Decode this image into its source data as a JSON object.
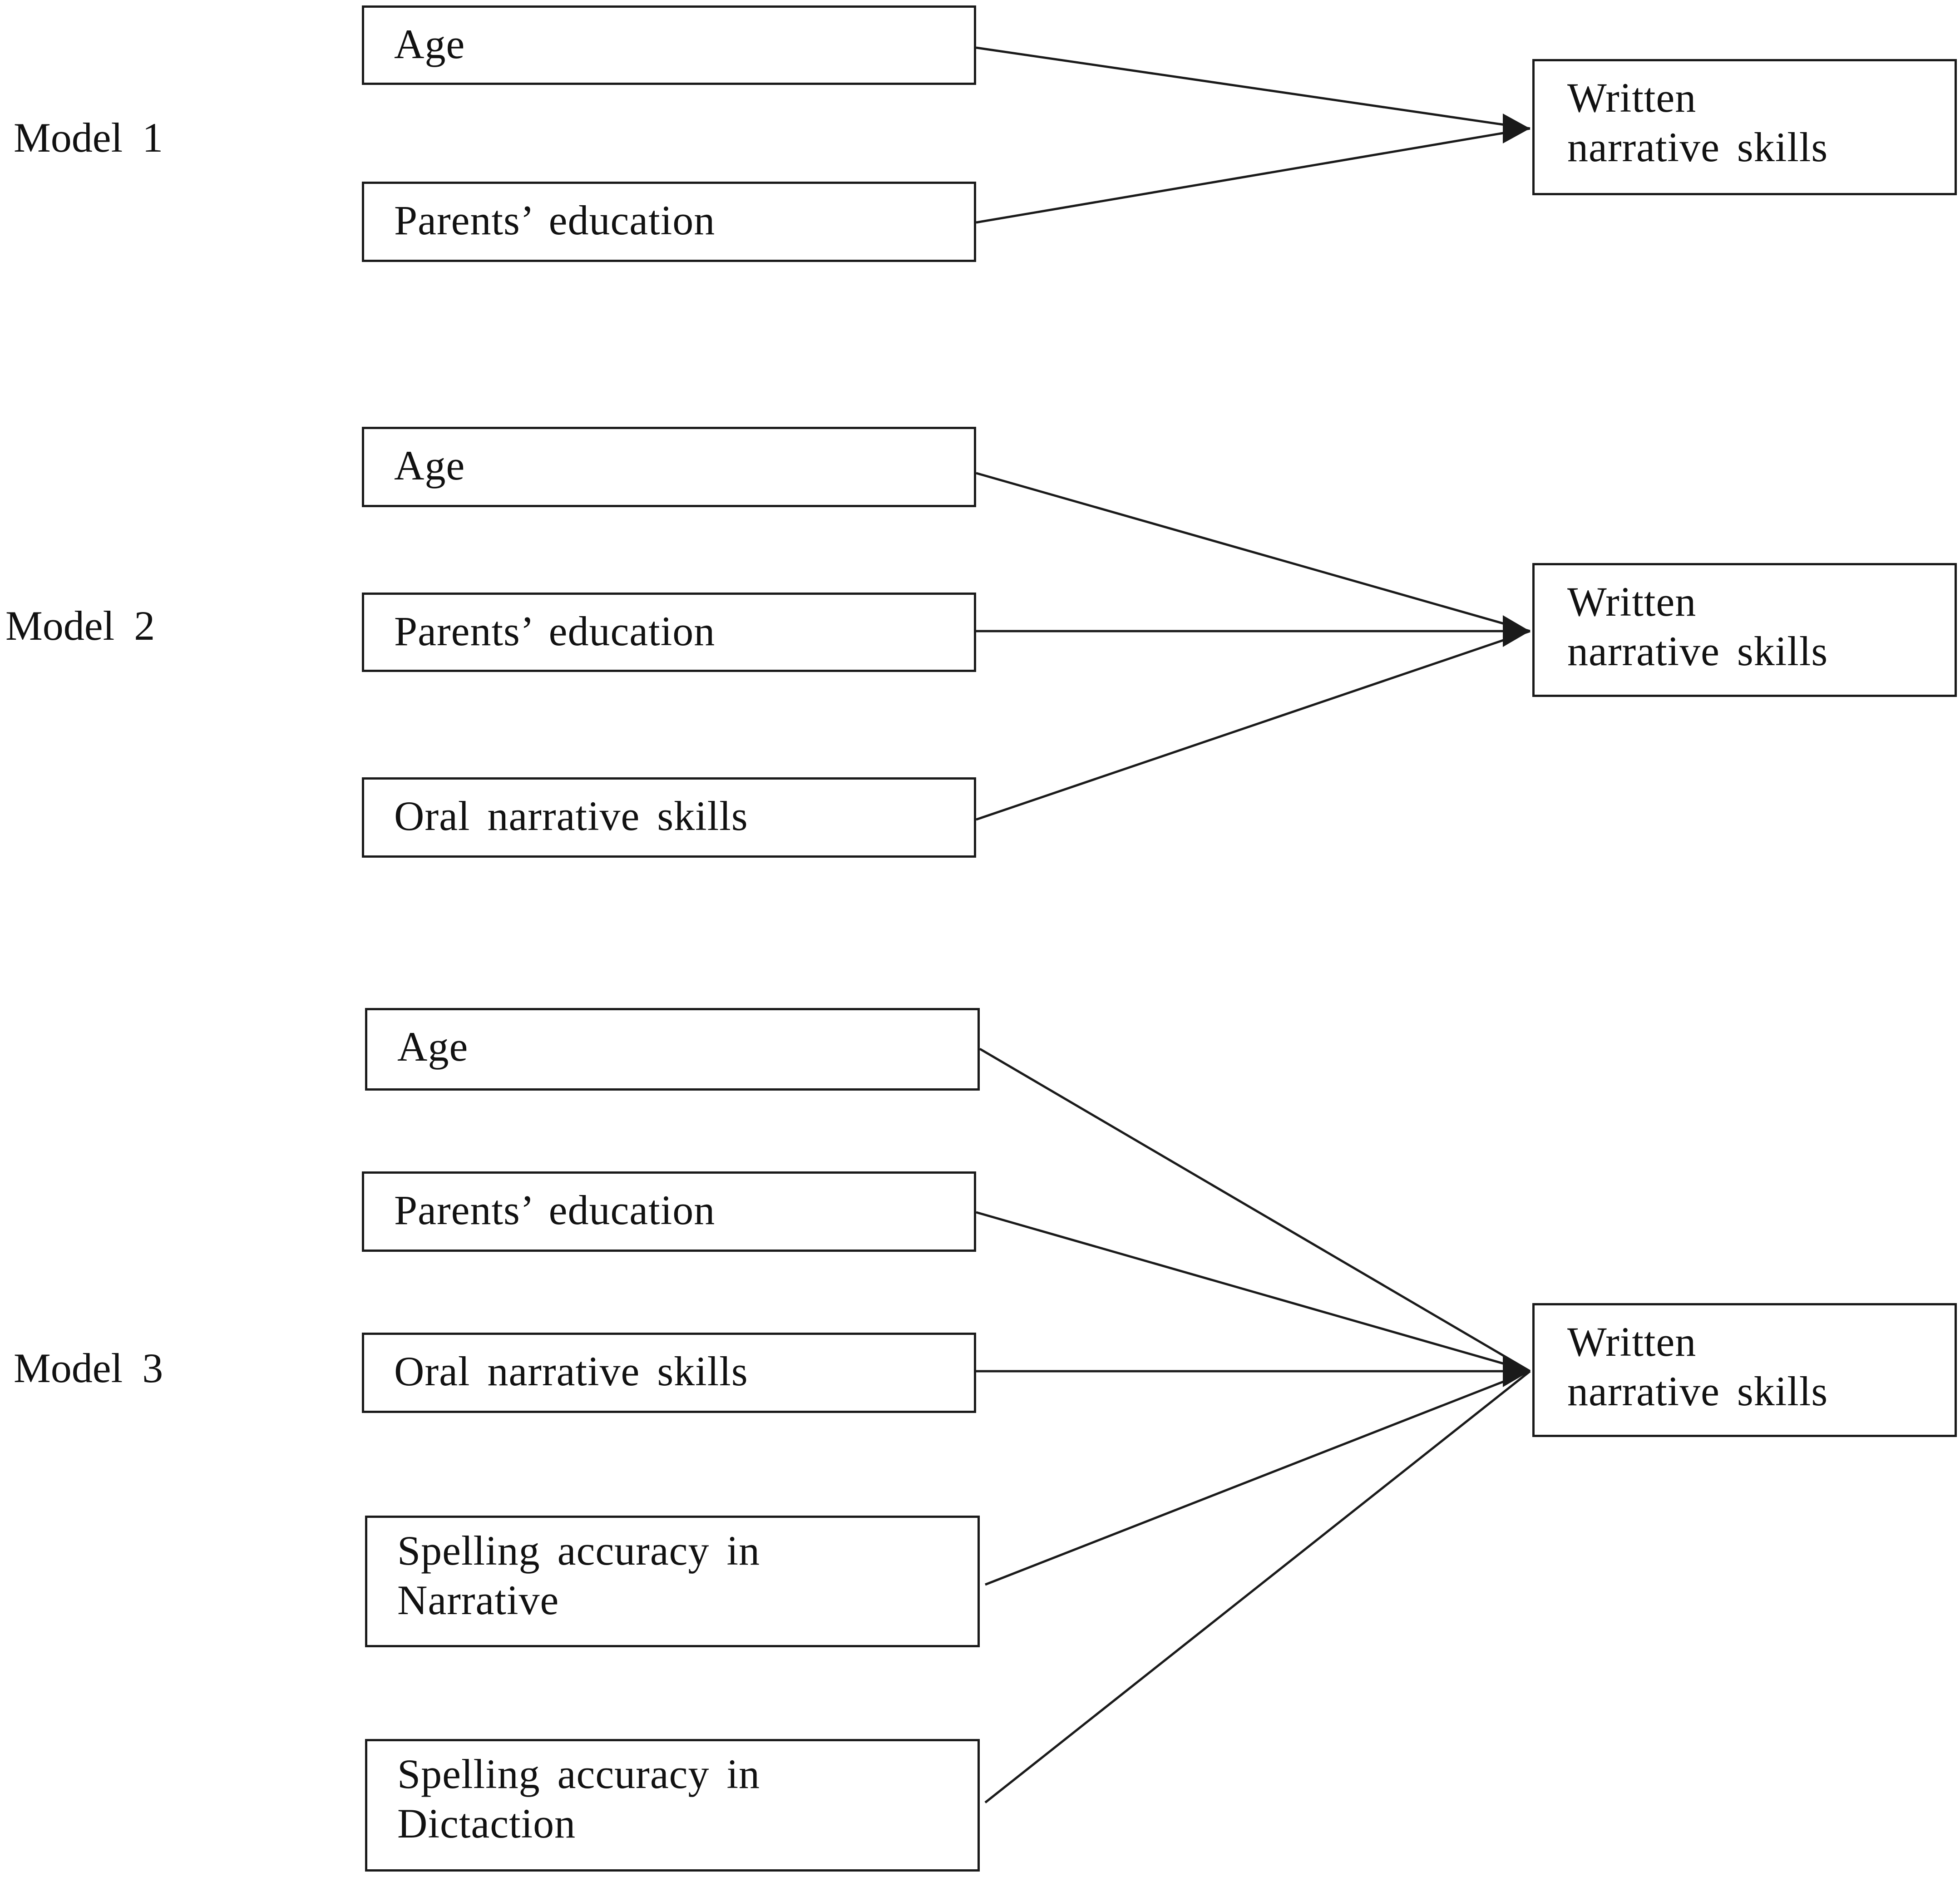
{
  "models": [
    {
      "label": "Model 1",
      "predictors": [
        "Age",
        "Parents’ education"
      ],
      "outcome": "Written\nnarrative  skills"
    },
    {
      "label": "Model 2",
      "predictors": [
        "Age",
        "Parents’ education",
        "Oral narrative  skills"
      ],
      "outcome": "Written\nnarrative  skills"
    },
    {
      "label": "Model 3",
      "predictors": [
        "Age",
        "Parents’ education",
        "Oral narrative  skills",
        "Spelling  accuracy  in\nNarrative",
        "Spelling  accuracy  in\nDictaction"
      ],
      "outcome": "Written\nnarrative  skills"
    }
  ],
  "colors": {
    "line": "#1a1a1a",
    "box_border": "#1a1a1a",
    "text": "#111111",
    "background": "#ffffff"
  }
}
